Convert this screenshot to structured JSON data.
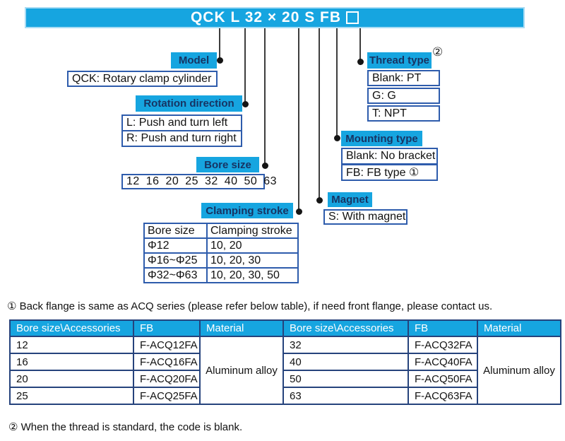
{
  "title": {
    "code": "QCK L 32 × 20 S FB"
  },
  "sections": {
    "model": {
      "label": "Model",
      "box": "QCK: Rotary clamp cylinder"
    },
    "rotation": {
      "label": "Rotation direction",
      "rows": [
        "L: Push and turn left",
        "R: Push and turn right"
      ]
    },
    "bore": {
      "label": "Bore size",
      "box": "12 16 20 25 32 40 50 63"
    },
    "clamping": {
      "label": "Clamping stroke",
      "table": {
        "headers": [
          "Bore  size",
          "Clamping stroke"
        ],
        "rows": [
          {
            "bore": "Φ12",
            "stroke": "10, 20"
          },
          {
            "bore": "Φ16~Φ25",
            "stroke": "10, 20, 30"
          },
          {
            "bore": "Φ32~Φ63",
            "stroke": "10, 20, 30, 50"
          }
        ]
      }
    },
    "magnet": {
      "label": "Magnet",
      "box": "S: With magnet"
    },
    "mounting": {
      "label": "Mounting type",
      "rows": [
        "Blank: No bracket",
        "FB: FB type ①"
      ]
    },
    "thread": {
      "label": "Thread type",
      "note_ref": "②",
      "rows": [
        "Blank: PT",
        "G: G",
        "T: NPT"
      ]
    }
  },
  "notes": {
    "note1": "① Back flange is same as ACQ series (please refer below table),  if need front flange, please contact us.",
    "note2": "② When the thread is standard, the code is blank."
  },
  "accessories_table": {
    "headers": [
      "Bore size\\Accessories",
      "FB",
      "Material",
      "Bore size\\Accessories",
      "FB",
      "Material"
    ],
    "left": {
      "material": "Aluminum alloy",
      "rows": [
        {
          "bore": "12",
          "fb": "F-ACQ12FA"
        },
        {
          "bore": "16",
          "fb": "F-ACQ16FA"
        },
        {
          "bore": "20",
          "fb": "F-ACQ20FA"
        },
        {
          "bore": "25",
          "fb": "F-ACQ25FA"
        }
      ]
    },
    "right": {
      "material": "Aluminum alloy",
      "rows": [
        {
          "bore": "32",
          "fb": "F-ACQ32FA"
        },
        {
          "bore": "40",
          "fb": "F-ACQ40FA"
        },
        {
          "bore": "50",
          "fb": "F-ACQ50FA"
        },
        {
          "bore": "63",
          "fb": "F-ACQ63FA"
        }
      ]
    }
  },
  "colors": {
    "accent_cyan": "#16a5e0",
    "label_text_navy": "#173463",
    "box_border_blue": "#2e5cac",
    "table_border_navy": "#26437c",
    "connector_gray": "#3d3d3d"
  }
}
